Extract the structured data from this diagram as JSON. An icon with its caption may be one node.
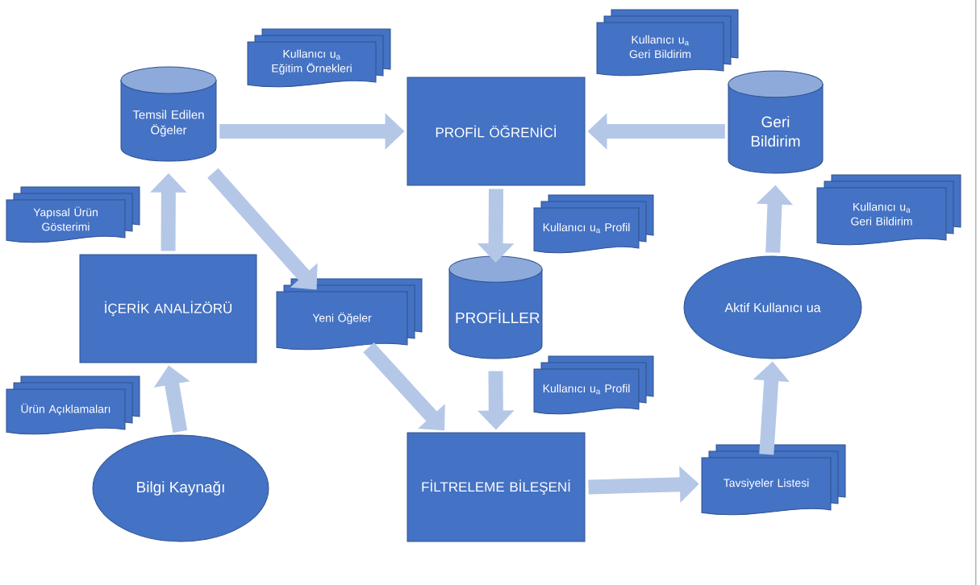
{
  "diagram": {
    "nodes": [
      {
        "text": [
          "Kullanıcı u$_{a}$ Eğitim Örnekleri"
        ]
      },
      {
        "text": [
          "Kullanıcı u$_{a}$ Geri Bildirim"
        ]
      },
      {
        "text": [
          "Temsil Edilen Öğeler"
        ]
      },
      {
        "text": [
          "PROFİL ÖĞRENİCİ"
        ]
      },
      {
        "text": [
          "Geri Bildirim"
        ]
      },
      {
        "text": [
          "Yapısal Ürün Gösterimi"
        ]
      },
      {
        "text": [
          "Kullanıcı u$_{a}$ Profil"
        ]
      },
      {
        "text": [
          "Kullanıcı u$_{a}$ Geri Bildirim"
        ]
      },
      {
        "text": [
          "İÇERİK ANALİZÖRÜ"
        ]
      },
      {
        "text": [
          "PROFİLLER"
        ]
      },
      {
        "text": [
          "Aktif Kullanıcı ua"
        ]
      },
      {
        "text": [
          "Yeni Öğeler"
        ]
      },
      {
        "text": [
          "Kullanıcı u$_{a}$ Profil"
        ]
      },
      {
        "text": [
          "Ürün Açıklamaları"
        ]
      },
      {
        "text": [
          "FİLTRELEME BİLEŞENİ"
        ]
      },
      {
        "text": [
          "Bilgi Kaynağı"
        ]
      },
      {
        "text": [
          "Tavsiyeler Listesi"
        ]
      }
    ],
    "edges": [
      {
        "from": 15,
        "to": 8,
        "arrow": "to"
      },
      {
        "from": 8,
        "to": 2,
        "arrow": "to"
      },
      {
        "from": 2,
        "to": 3,
        "arrow": "to"
      },
      {
        "from": 2,
        "to": 11,
        "arrow": "to"
      },
      {
        "from": 11,
        "to": 14,
        "arrow": "to"
      },
      {
        "from": 3,
        "to": 9,
        "arrow": "to"
      },
      {
        "from": 9,
        "to": 14,
        "arrow": "to"
      },
      {
        "from": 14,
        "to": 16,
        "arrow": "to"
      },
      {
        "from": 16,
        "to": 10,
        "arrow": "to"
      },
      {
        "from": 10,
        "to": 4,
        "arrow": "to"
      },
      {
        "from": 4,
        "to": 3,
        "arrow": "to"
      }
    ]
  }
}
